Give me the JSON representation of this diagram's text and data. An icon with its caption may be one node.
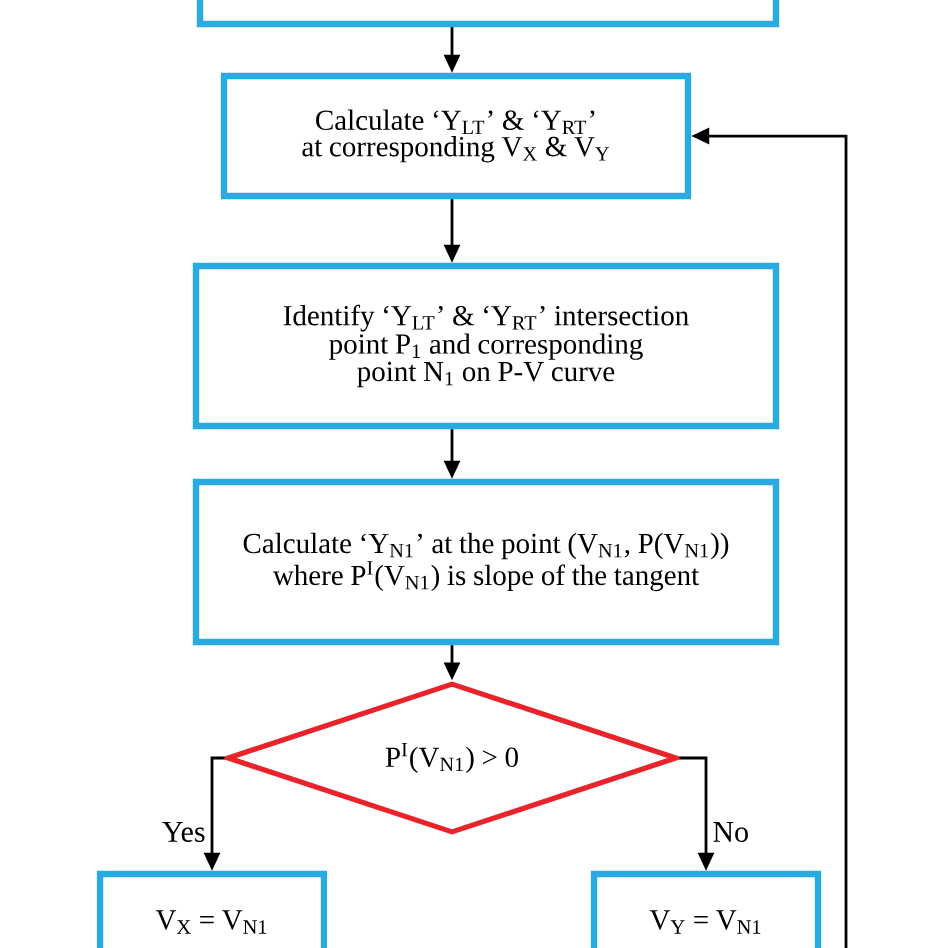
{
  "diagram": {
    "nodes": [
      {
        "text": [],
        "shape": "box"
      },
      {
        "text": [
          "Calculate ‘Y$_{LT}$’ & ‘Y$_{RT}$’ at corresponding V$_{X}$ & V$_{Y}$"
        ]
      },
      {
        "text": [
          "Identify ‘Y$_{LT}$’ & ‘Y$_{RT}$’ intersection point P$_{1}$ and corresponding point N$_{1}$ on P-V curve"
        ]
      },
      {
        "text": [
          "Calculate ‘Y$_{N1}$’ at the point (V$_{N1}$, P(V$_{N1}$)) where P$^{I}$(V$_{N1}$) is slope of the tangent"
        ]
      },
      {
        "text": [
          "P$^{I}$(V$_{N1}$) > 0"
        ]
      },
      {
        "text": [
          "V$_{X}$ = V$_{N1}$"
        ]
      },
      {
        "text": [
          "V$_{Y}$ = V$_{N1}$"
        ]
      }
    ],
    "edges": [
      {
        "from": 0,
        "to": 1,
        "arrow": "to"
      },
      {
        "from": 1,
        "to": 2,
        "arrow": "to"
      },
      {
        "from": 2,
        "to": 3,
        "arrow": "to"
      },
      {
        "from": 3,
        "to": 4,
        "arrow": "to"
      },
      {
        "from": 4,
        "to": 5,
        "arrow": "to",
        "label": "Yes"
      },
      {
        "from": 4,
        "to": 6,
        "arrow": "to",
        "label": "No"
      },
      {
        "from": null,
        "to": 1,
        "arrow": "to"
      }
    ]
  }
}
